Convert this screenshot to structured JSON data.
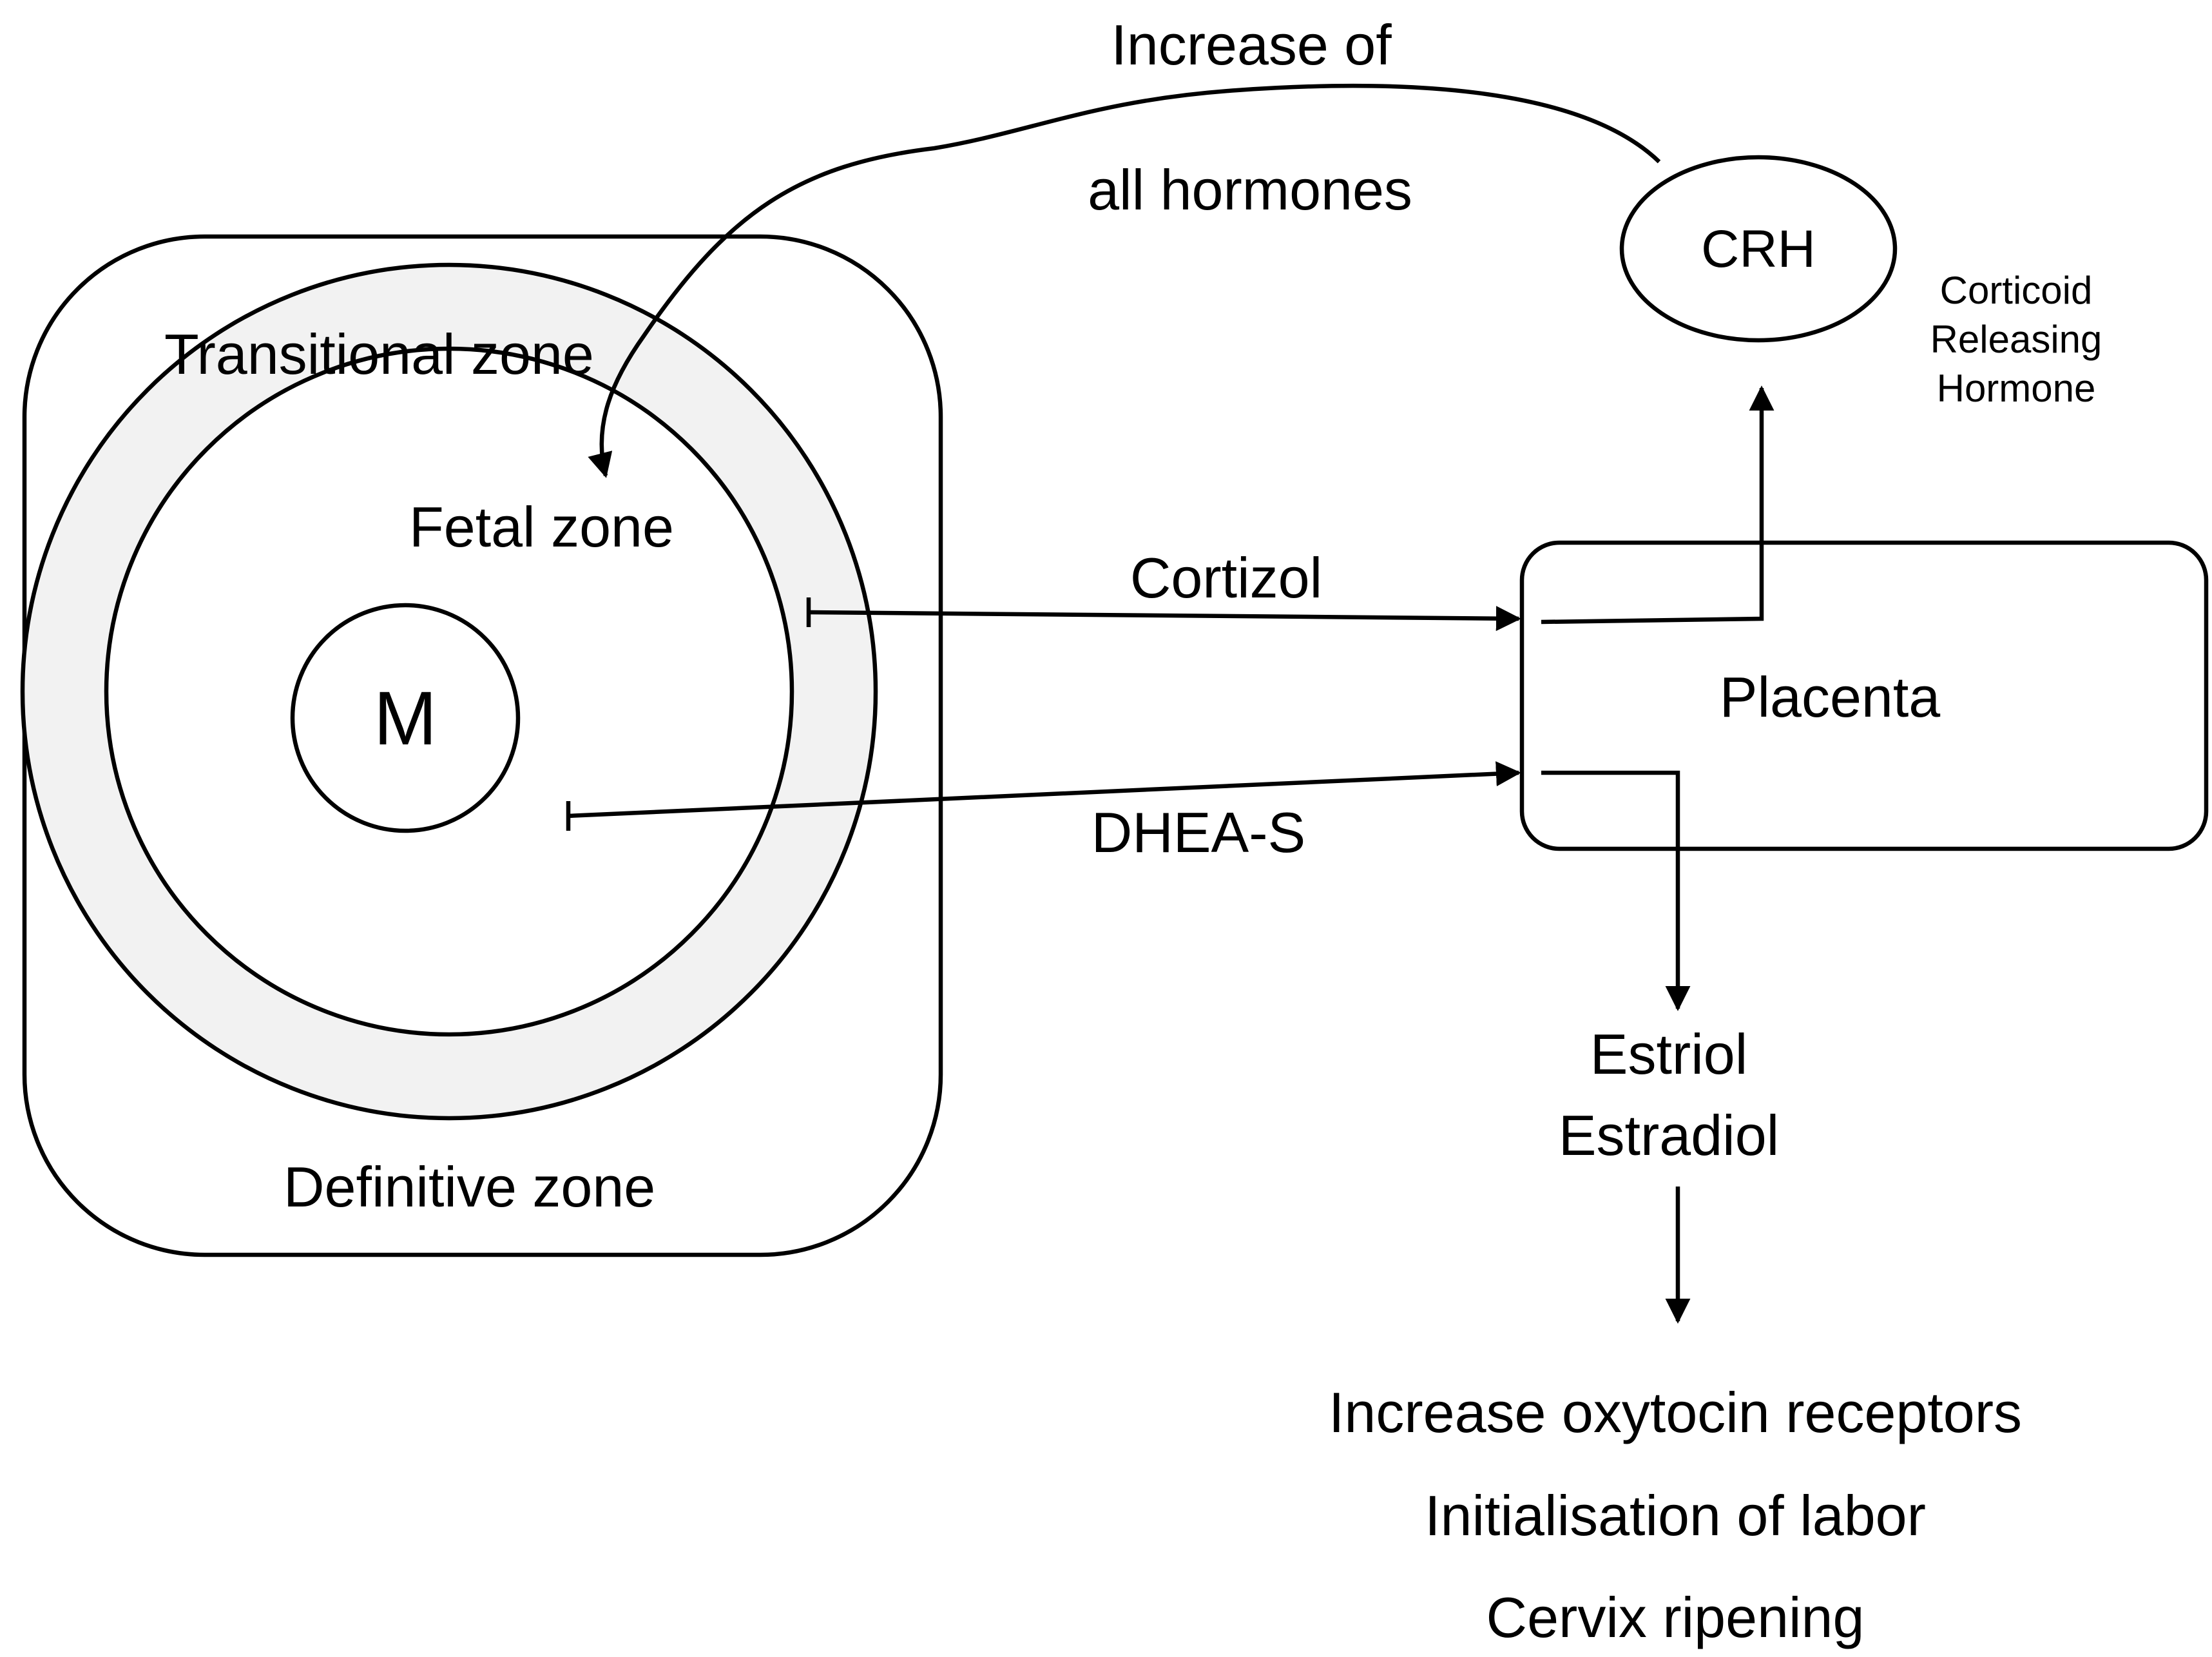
{
  "zones": {
    "transitional": "Transitional zone",
    "fetal": "Fetal zone",
    "definitive": "Definitive zone",
    "medulla": "M"
  },
  "nodes": {
    "placenta": "Placenta",
    "crh": "CRH",
    "crh_full_line1": "Corticoid",
    "crh_full_line2": "Releasing",
    "crh_full_line3": "Hormone"
  },
  "arrows": {
    "cortisol": "Cortizol",
    "dhea": "DHEA-S",
    "feedback_line1": "Increase of",
    "feedback_line2": "all hormones"
  },
  "products": {
    "estriol": "Estriol",
    "estradiol": "Estradiol"
  },
  "effects": [
    "Increase oxytocin receptors",
    "Initialisation of labor",
    "Cervix ripening"
  ],
  "colors": {
    "stroke": "#000000",
    "transitional_fill": "#f2f2f2",
    "background": "#ffffff"
  }
}
